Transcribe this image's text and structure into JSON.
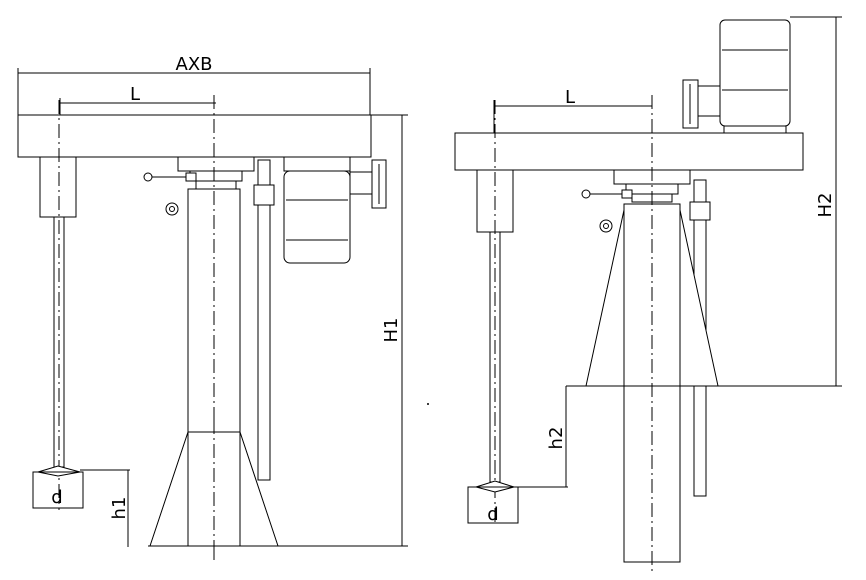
{
  "labels": {
    "axb": "AXB",
    "l_left": "L",
    "l_right": "L",
    "h1": "H1",
    "h2": "H2",
    "small_h1": "h1",
    "small_h2": "h2",
    "d_left": "d",
    "d_right": "d"
  }
}
